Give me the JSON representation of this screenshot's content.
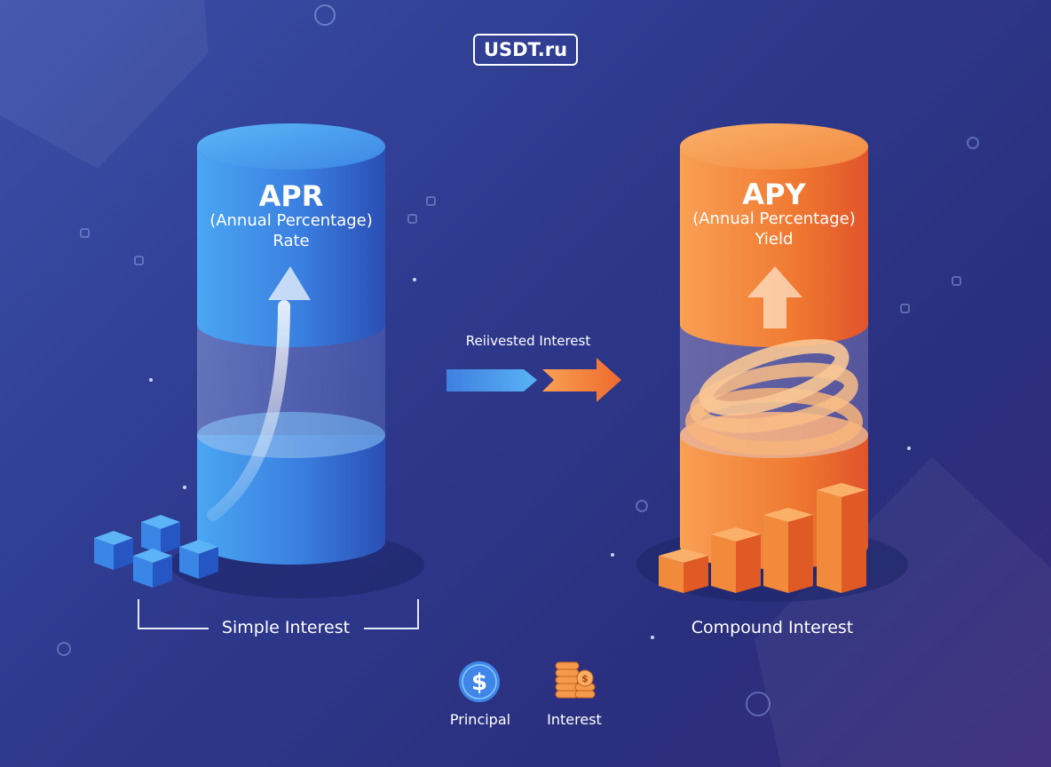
{
  "logo": "USDT.ru",
  "apr": {
    "title": "APR",
    "subtitle_line1": "(Annual Percentage)",
    "subtitle_line2": "Rate",
    "caption": "Simple Interest"
  },
  "apy": {
    "title": "APY",
    "subtitle_line1": "(Annual Percentage)",
    "subtitle_line2": "Yield",
    "caption": "Compound Interest"
  },
  "middle": {
    "label": "Reiivested Interest"
  },
  "legend": {
    "principal_label": "Principal",
    "interest_label": "Interest",
    "principal_icon": "dollar-coin-icon",
    "interest_icon": "coin-stack-icon"
  },
  "colors": {
    "blue": "#3f7fe0",
    "orange": "#f0803a",
    "background": "#2e3a8e"
  }
}
